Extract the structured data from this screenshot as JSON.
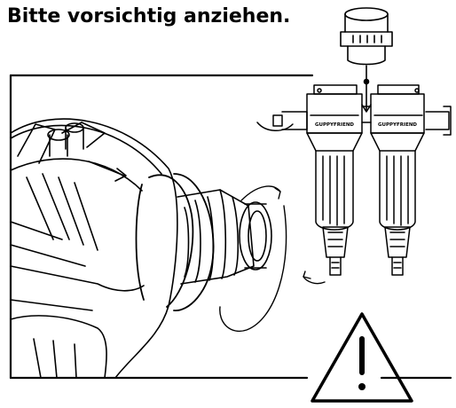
{
  "heading": "Bitte vorsichtig anziehen.",
  "filter_labels": {
    "left": "GUPPYFRIEND",
    "right": "GUPPYFRIEND"
  },
  "colors": {
    "ink": "#000000",
    "paper": "#ffffff"
  },
  "icons": {
    "warning": "warning-triangle-icon",
    "rotate": "rotate-arrow-icon"
  }
}
